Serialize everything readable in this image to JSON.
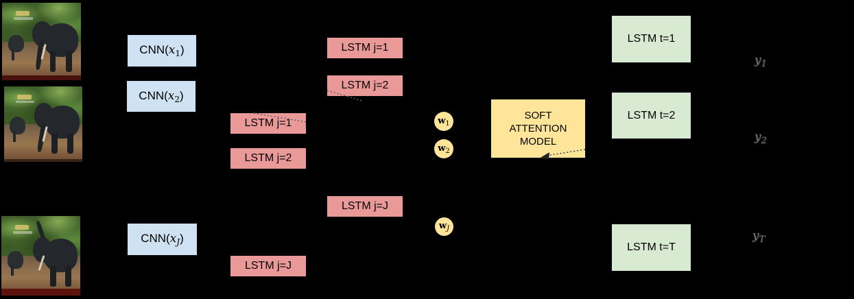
{
  "colors": {
    "background": "#000000",
    "cnn_box": "#cfe2f3",
    "encoder_box": "#ea9999",
    "weight_circle": "#ffe599",
    "attention_box": "#ffe599",
    "decoder_box": "#d9ead3",
    "box_text": "#000000",
    "dotted_connector": "#606060",
    "output_text": "#7c7c7c"
  },
  "cnn_boxes": [
    {
      "prefix": "CNN(",
      "variable": "x",
      "subscript": "1",
      "suffix": ")"
    },
    {
      "prefix": "CNN(",
      "variable": "x",
      "subscript": "2",
      "suffix": ")"
    },
    {
      "prefix": "CNN(",
      "variable": "x",
      "subscript": "J",
      "suffix": ")"
    }
  ],
  "encoder_lstm_col1": [
    {
      "label": "LSTM j=1"
    },
    {
      "label": "LSTM j=2"
    },
    {
      "label": "LSTM j=J"
    }
  ],
  "encoder_lstm_col2": [
    {
      "label": "LSTM j=1"
    },
    {
      "label": "LSTM j=2"
    },
    {
      "label": "LSTM j=J"
    }
  ],
  "weights": [
    {
      "symbol": "w",
      "subscript": "1"
    },
    {
      "symbol": "w",
      "subscript": "2"
    },
    {
      "symbol": "w",
      "subscript": "J"
    }
  ],
  "attention_model": {
    "line1": "SOFT",
    "line2": "ATTENTION",
    "line3": "MODEL"
  },
  "decoder_lstm": [
    {
      "label": "LSTM t=1"
    },
    {
      "label": "LSTM t=2"
    },
    {
      "label": "LSTM t=T"
    }
  ],
  "outputs": [
    {
      "symbol": "y",
      "subscript": "1"
    },
    {
      "symbol": "y",
      "subscript": "2"
    },
    {
      "symbol": "y",
      "subscript": "T"
    }
  ]
}
